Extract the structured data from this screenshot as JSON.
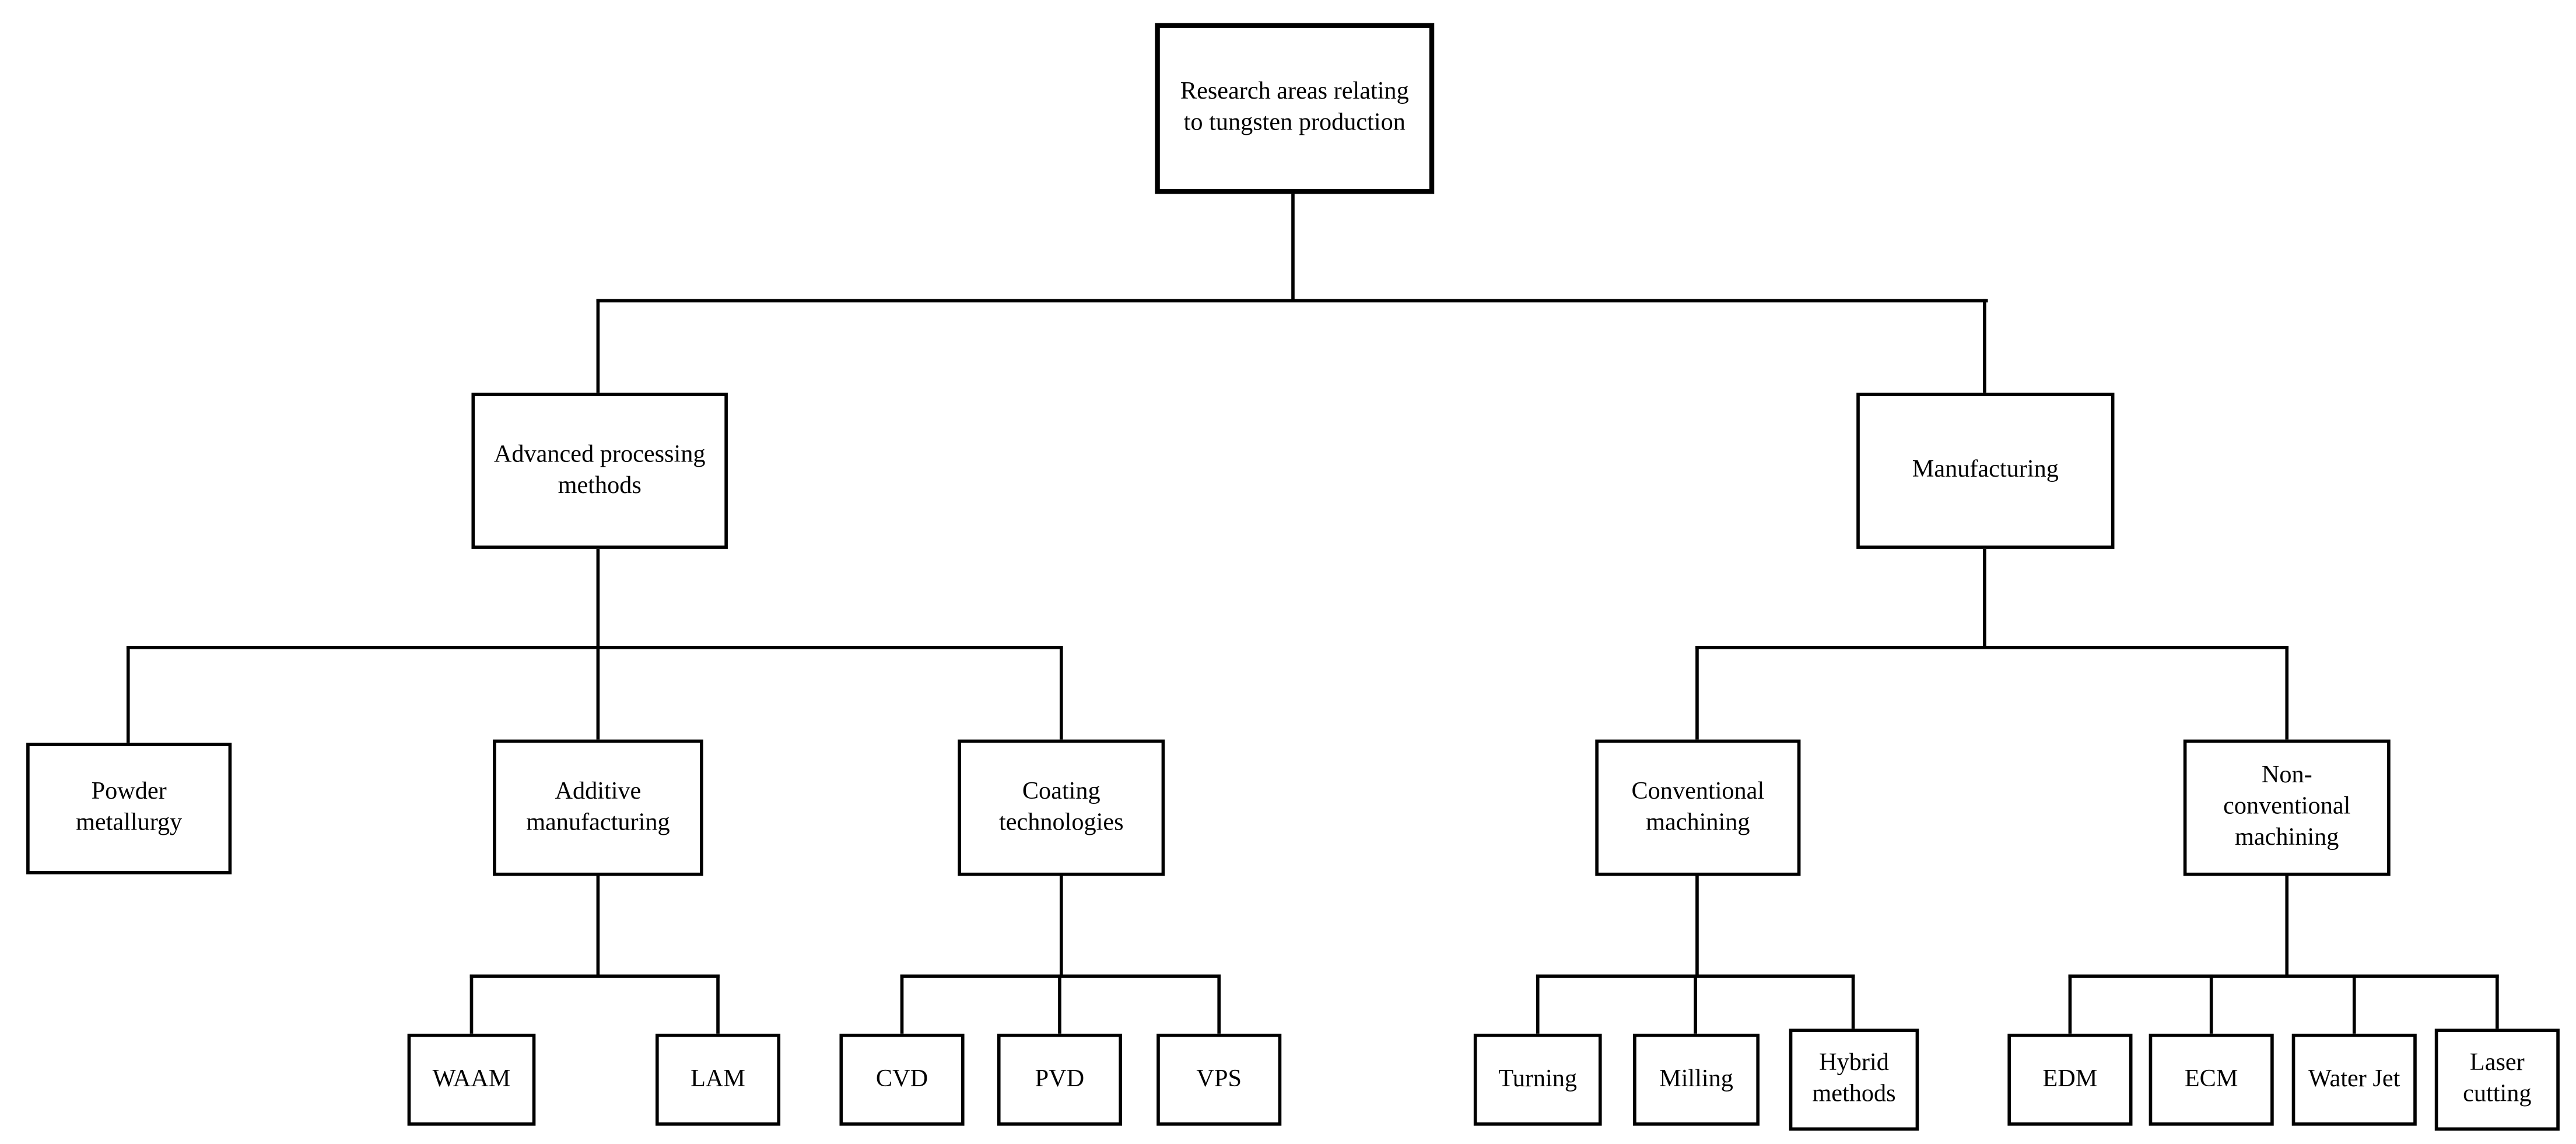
{
  "diagram": {
    "type": "tree",
    "background_color": "#ffffff",
    "line_color": "#000000",
    "text_color": "#000000",
    "hierarchy": {
      "label": "Research areas relating to tungsten production",
      "children": [
        {
          "label": "Advanced processing methods",
          "children": [
            {
              "label": "Powder metallurgy",
              "children": []
            },
            {
              "label": "Additive manufacturing",
              "children": [
                {
                  "label": "WAAM"
                },
                {
                  "label": "LAM"
                }
              ]
            },
            {
              "label": "Coating technologies",
              "children": [
                {
                  "label": "CVD"
                },
                {
                  "label": "PVD"
                },
                {
                  "label": "VPS"
                }
              ]
            }
          ]
        },
        {
          "label": "Manufacturing",
          "children": [
            {
              "label": "Conventional machining",
              "children": [
                {
                  "label": "Turning"
                },
                {
                  "label": "Milling"
                },
                {
                  "label": "Hybrid methods"
                }
              ]
            },
            {
              "label": "Non-conventional machining",
              "children": [
                {
                  "label": "EDM"
                },
                {
                  "label": "ECM"
                },
                {
                  "label": "Water Jet"
                },
                {
                  "label": "Laser cutting"
                }
              ]
            }
          ]
        }
      ]
    }
  }
}
